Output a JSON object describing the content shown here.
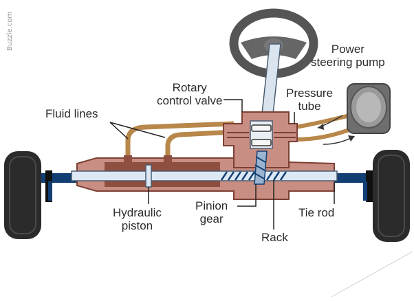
{
  "watermark": "Buzzle.com",
  "labels": {
    "power_steering_pump": "Power\nsteering pump",
    "rotary_control_valve": "Rotary\ncontrol valve",
    "pressure_tube": "Pressure\ntube",
    "fluid_lines": "Fluid lines",
    "hydraulic_piston": "Hydraulic\npiston",
    "pinion_gear": "Pinion\ngear",
    "tie_rod": "Tie rod",
    "rack": "Rack"
  },
  "colors": {
    "housing": "#c98e83",
    "housing_dark": "#8b4a3e",
    "rack": "#dce8f3",
    "tie_rod": "#123f73",
    "fluid_line": "#c4914f",
    "tire": "#2b2b2b",
    "wheel": "#555555"
  }
}
